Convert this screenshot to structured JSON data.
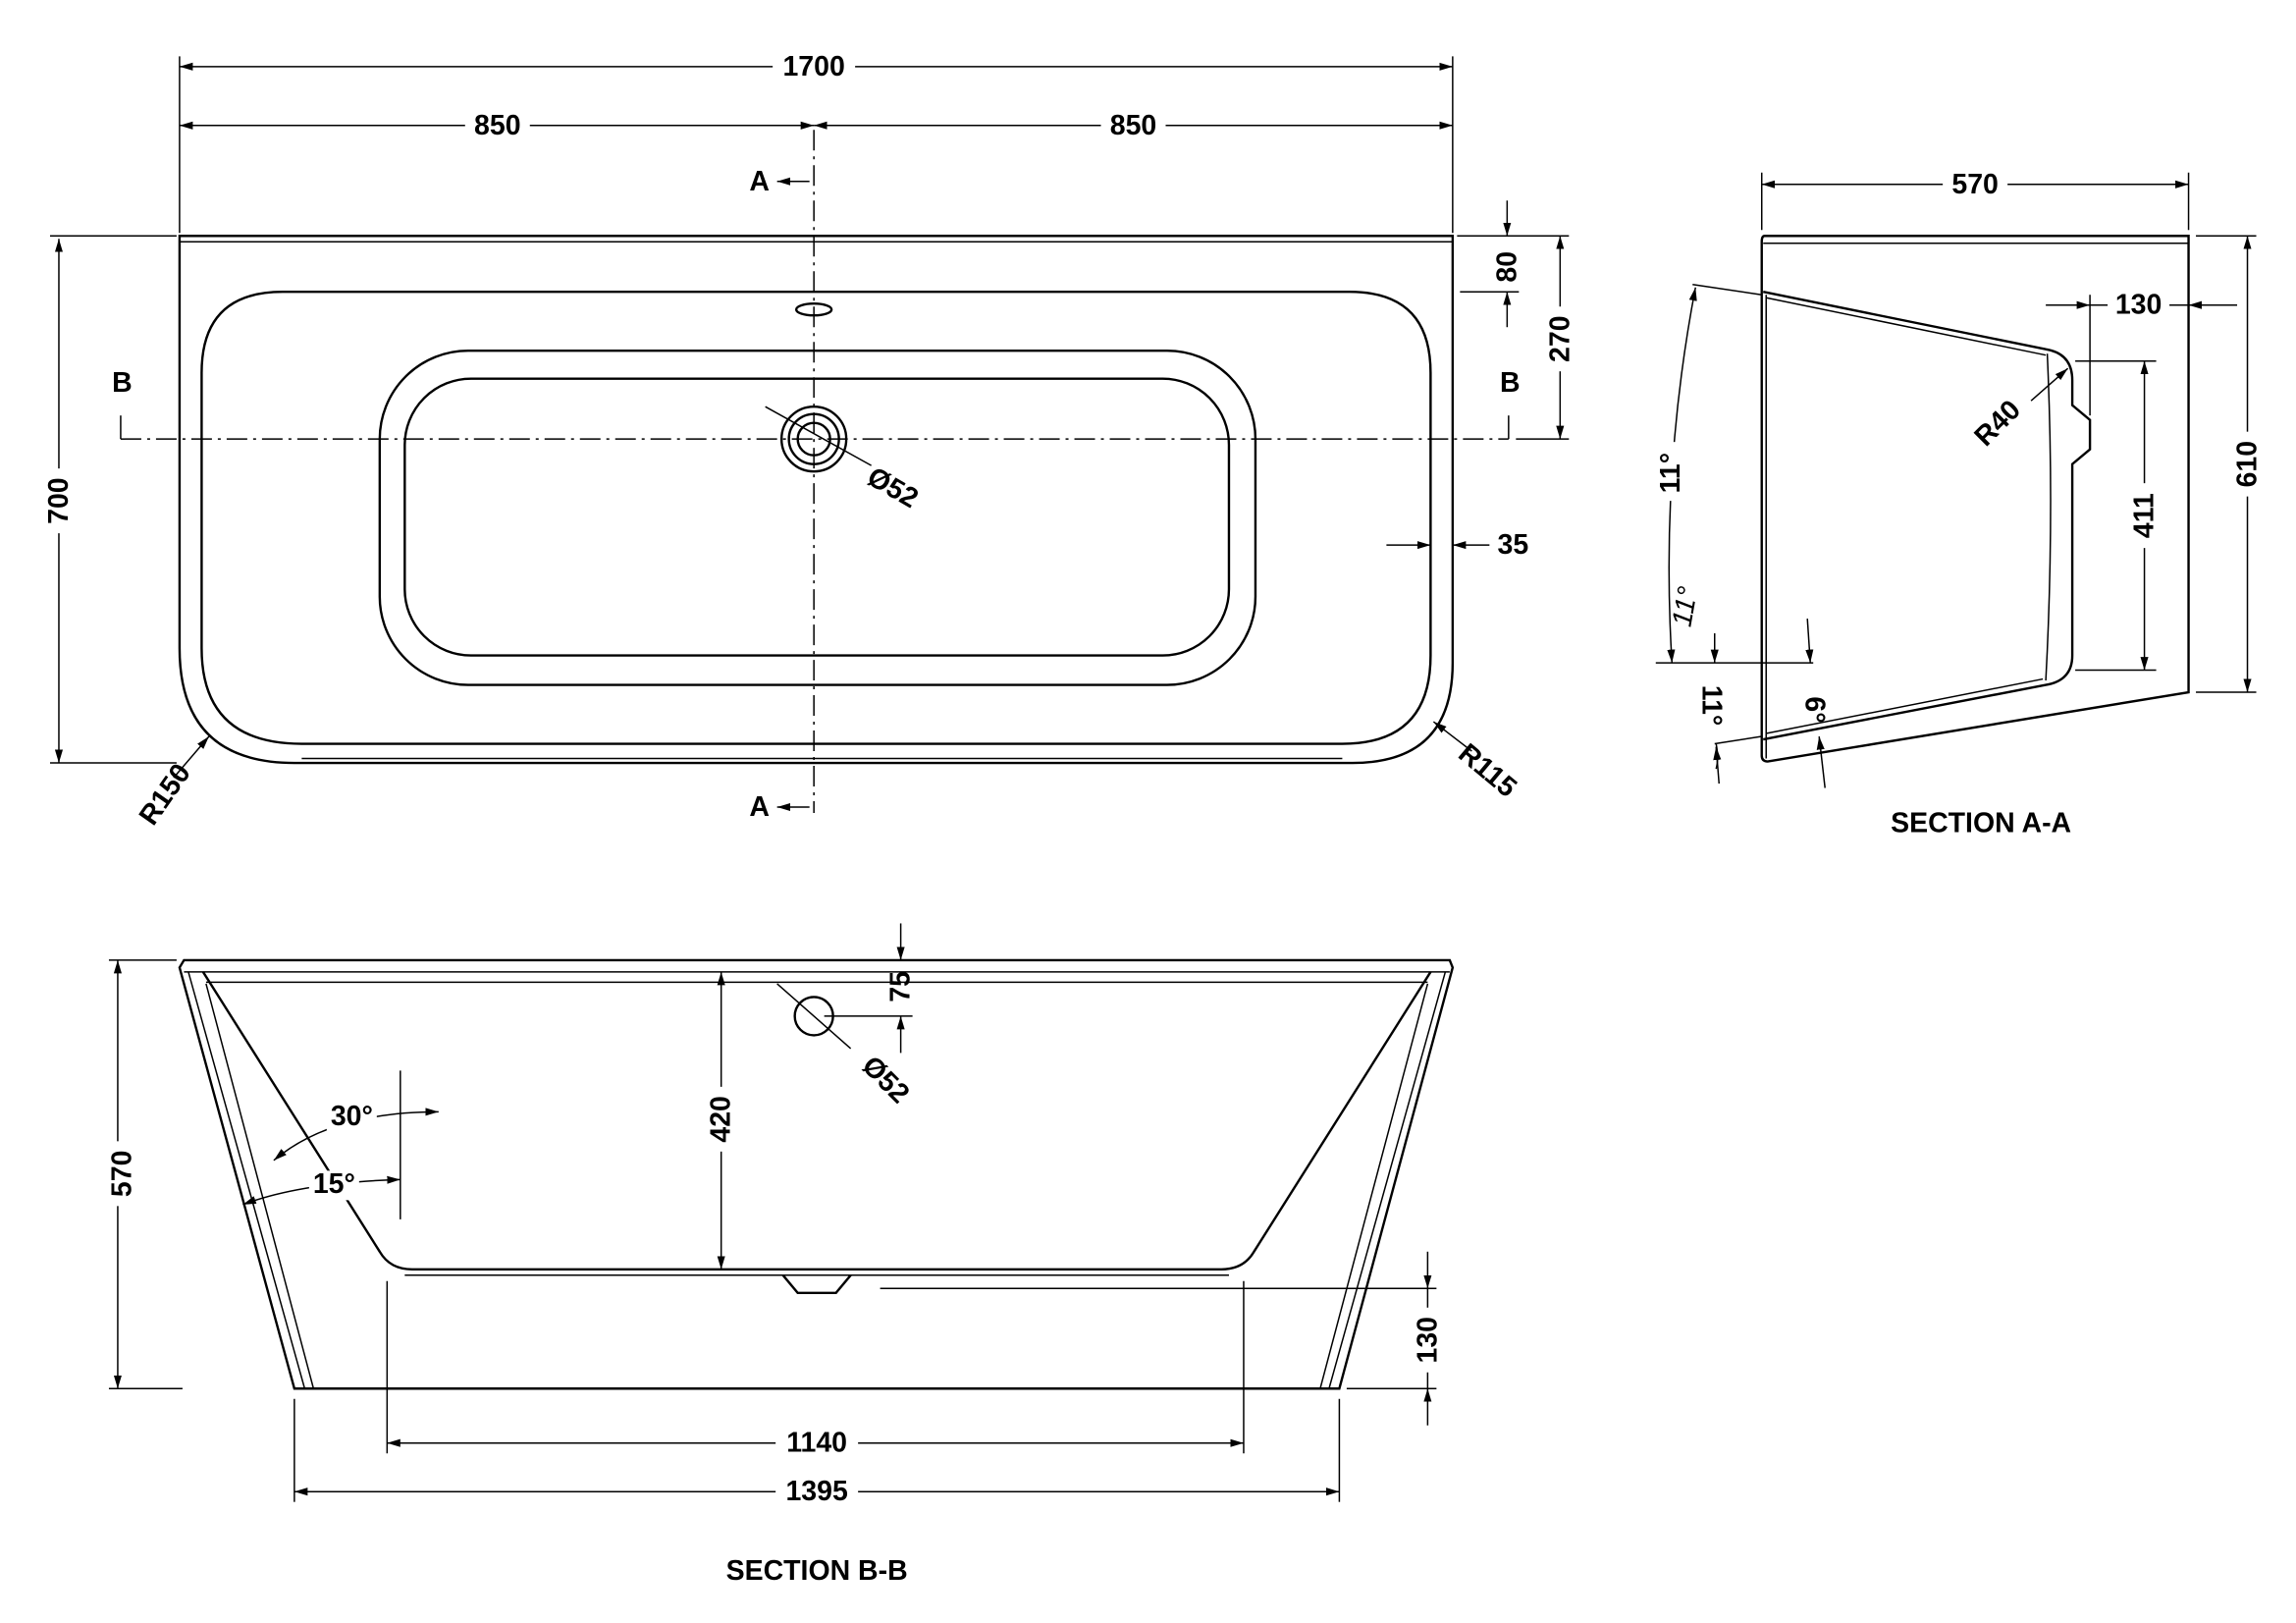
{
  "plan_view": {
    "overall_length": "1700",
    "half_left": "850",
    "half_right": "850",
    "width": "700",
    "rim_depth": "80",
    "waste_offset": "270",
    "rim_width": "35",
    "waste_diameter": "Ø52",
    "corner_left": "R150",
    "corner_right": "R115",
    "section_a_top": "A",
    "section_a_bottom": "A",
    "section_b_left": "B",
    "section_b_right": "B"
  },
  "section_aa": {
    "title": "SECTION A-A",
    "width": "570",
    "height": "610",
    "inner_depth": "411",
    "back_offset": "130",
    "radius": "R40",
    "angle_back": "11°",
    "angle_back_inner": "11°",
    "angle_base": "11°",
    "angle_floor": "6°"
  },
  "section_bb": {
    "title": "SECTION B-B",
    "height": "570",
    "inner_depth": "420",
    "overflow_height": "75",
    "overflow_diameter": "Ø52",
    "angle_inner": "30°",
    "angle_outer": "15°",
    "base_height": "130",
    "floor_length": "1140",
    "base_length": "1395"
  }
}
